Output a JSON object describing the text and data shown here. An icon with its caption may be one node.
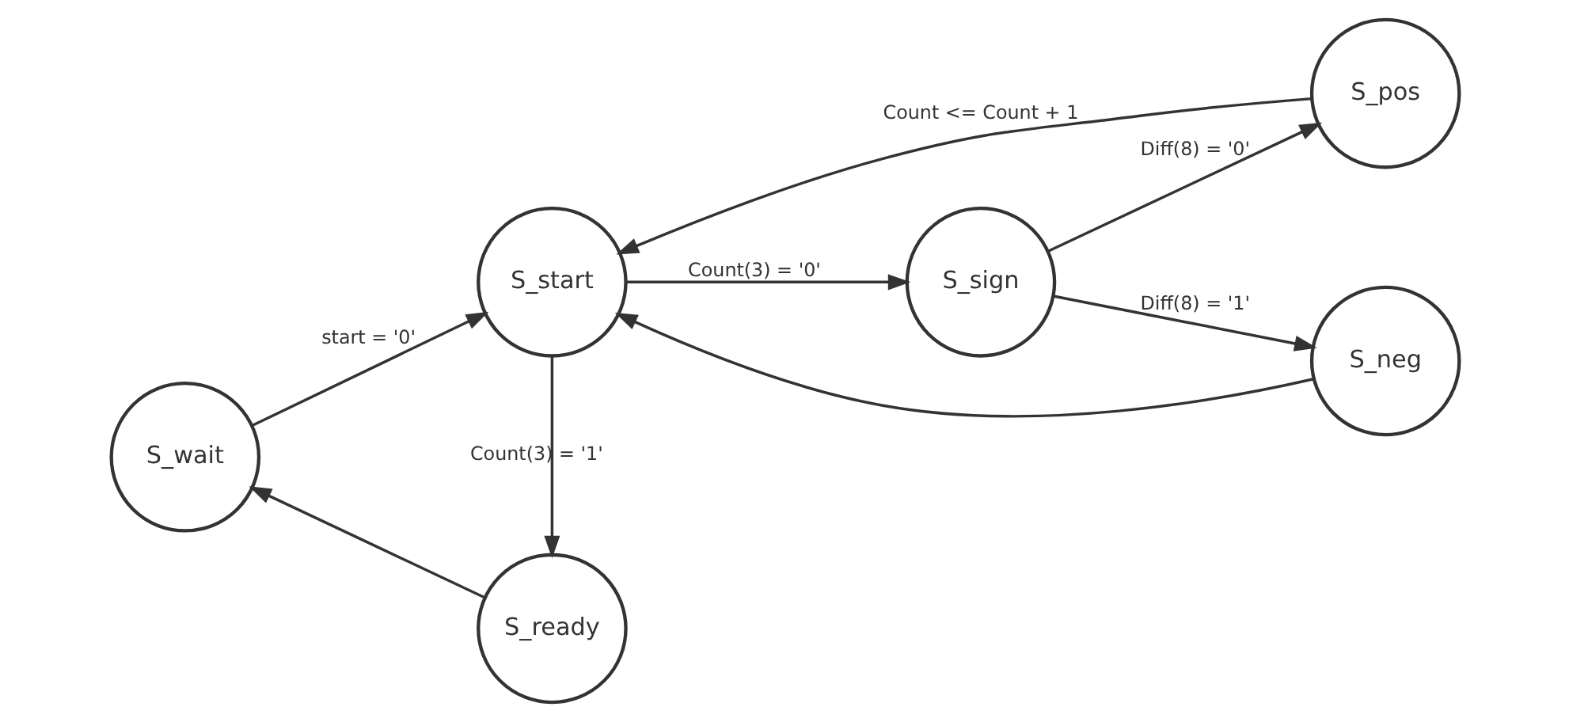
{
  "diagram": {
    "nodes": [
      {
        "text": [
          "S_wait"
        ]
      },
      {
        "text": [
          "S_start"
        ]
      },
      {
        "text": [
          "S_sign"
        ]
      },
      {
        "text": [
          "S_pos"
        ]
      },
      {
        "text": [
          "S_ready"
        ]
      },
      {
        "text": [
          "S_neg"
        ]
      }
    ],
    "edges": [
      {
        "from": 0,
        "to": 1,
        "arrow": "to",
        "label": "start = '0'"
      },
      {
        "from": 1,
        "to": 2,
        "arrow": "to",
        "label": "Count(3) = '0'"
      },
      {
        "from": 2,
        "to": 3,
        "arrow": "to",
        "label": "Diff(8) = '0'"
      },
      {
        "from": 2,
        "to": 5,
        "arrow": "to",
        "label": "Diff(8) = '1'"
      },
      {
        "from": 1,
        "to": 4,
        "arrow": "to",
        "label": "Count(3) = '1'"
      },
      {
        "from": 4,
        "to": 0,
        "arrow": "to"
      },
      {
        "from": 3,
        "to": 1,
        "arrow": "to",
        "label": "Count <= Count + 1"
      },
      {
        "from": 5,
        "to": 1,
        "arrow": "to"
      }
    ]
  }
}
